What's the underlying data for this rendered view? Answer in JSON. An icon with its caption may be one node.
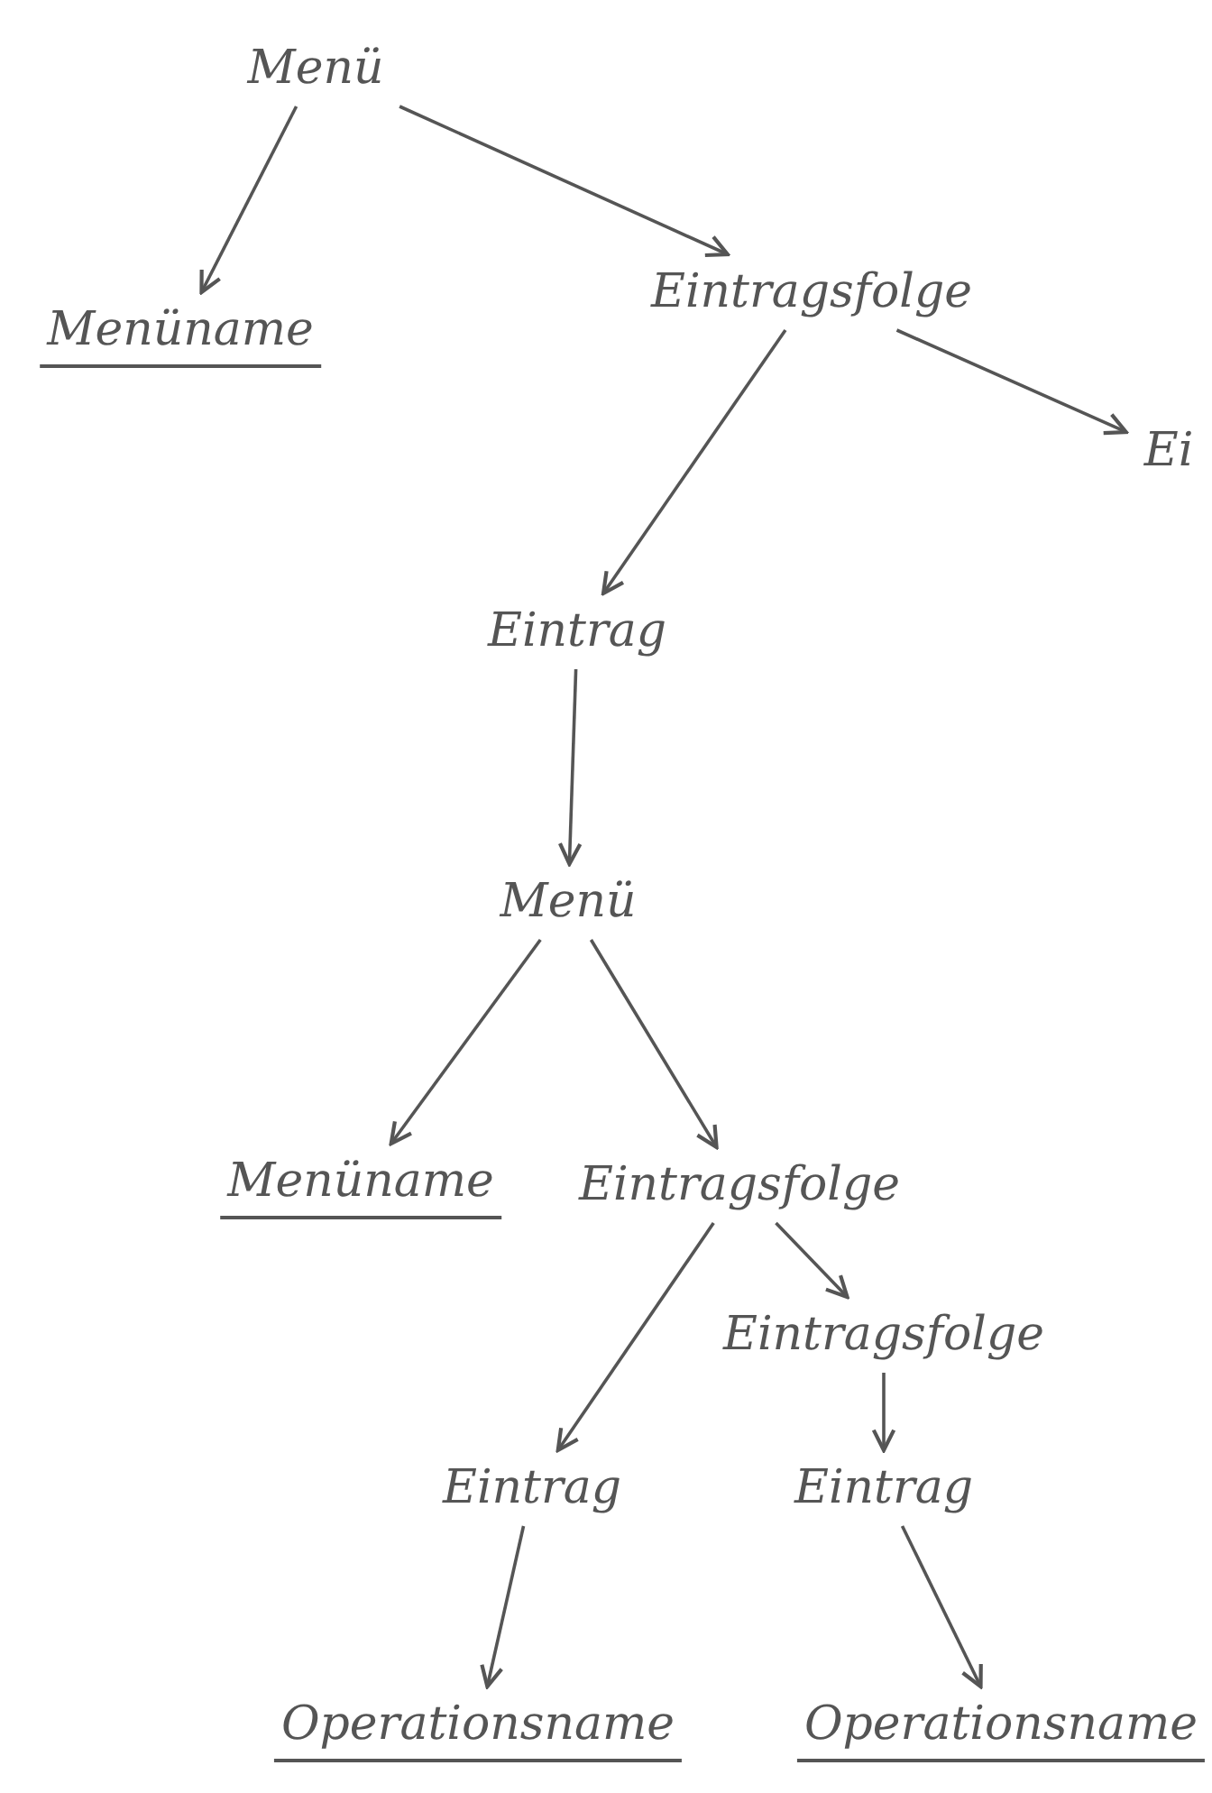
{
  "diagram": {
    "nodes": [
      {
        "text": [
          "Menü"
        ]
      },
      {
        "text": [
          "Menüname"
        ]
      },
      {
        "text": [
          "Eintragsfolge"
        ]
      },
      {
        "text": [
          "Ei"
        ]
      },
      {
        "text": [
          "Eintrag"
        ]
      },
      {
        "text": [
          "Menü"
        ]
      },
      {
        "text": [
          "Menüname"
        ]
      },
      {
        "text": [
          "Eintragsfolge"
        ]
      },
      {
        "text": [
          "Eintragsfolge"
        ]
      },
      {
        "text": [
          "Eintrag"
        ]
      },
      {
        "text": [
          "Eintrag"
        ]
      },
      {
        "text": [
          "Operationsname"
        ]
      },
      {
        "text": [
          "Operationsname"
        ]
      }
    ],
    "edges": [
      {
        "from": 0,
        "to": 1,
        "arrow": "to"
      },
      {
        "from": 0,
        "to": 2,
        "arrow": "to"
      },
      {
        "from": 2,
        "to": 4,
        "arrow": "to"
      },
      {
        "from": 2,
        "to": 3,
        "arrow": "to"
      },
      {
        "from": 4,
        "to": 5,
        "arrow": "to"
      },
      {
        "from": 5,
        "to": 6,
        "arrow": "to"
      },
      {
        "from": 5,
        "to": 7,
        "arrow": "to"
      },
      {
        "from": 7,
        "to": 9,
        "arrow": "to"
      },
      {
        "from": 7,
        "to": 8,
        "arrow": "to"
      },
      {
        "from": 8,
        "to": 10,
        "arrow": "to"
      },
      {
        "from": 9,
        "to": 11,
        "arrow": "to"
      },
      {
        "from": 10,
        "to": 12,
        "arrow": "to"
      }
    ]
  }
}
